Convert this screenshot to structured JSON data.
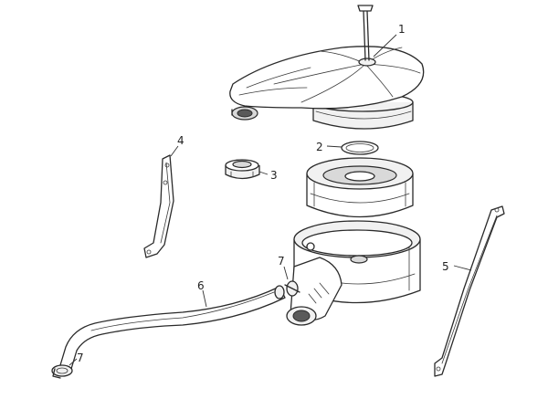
{
  "callouts": {
    "part_1": "1",
    "part_2": "2",
    "part_3": "3",
    "part_4": "4",
    "part_5": "5",
    "part_6": "6",
    "part_7_upper": "7",
    "part_7_lower": "7"
  }
}
